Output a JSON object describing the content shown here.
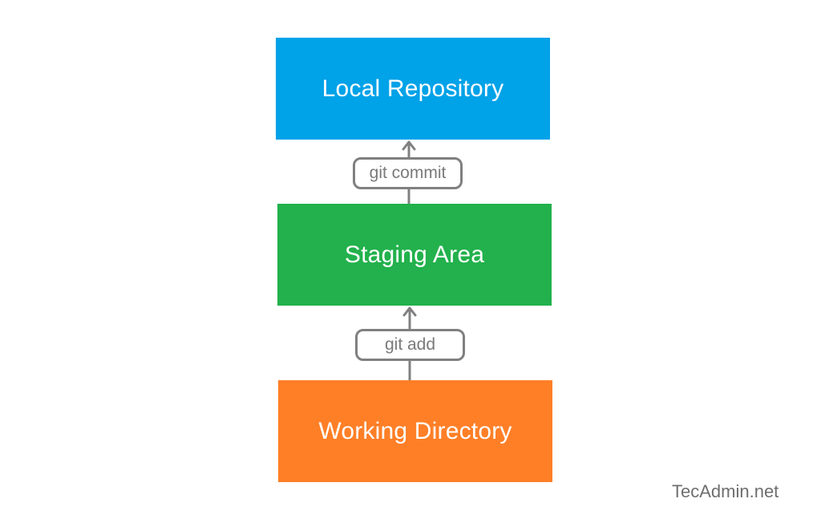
{
  "diagram": {
    "boxes": {
      "local_repository": {
        "label": "Local Repository",
        "color": "#00a2e8"
      },
      "staging_area": {
        "label": "Staging Area",
        "color": "#22b14c"
      },
      "working_directory": {
        "label": "Working Directory",
        "color": "#ff7f27"
      }
    },
    "commands": {
      "commit": "git commit",
      "add": "git add"
    },
    "connector_color": "#808080"
  },
  "watermark": "TecAdmin.net"
}
